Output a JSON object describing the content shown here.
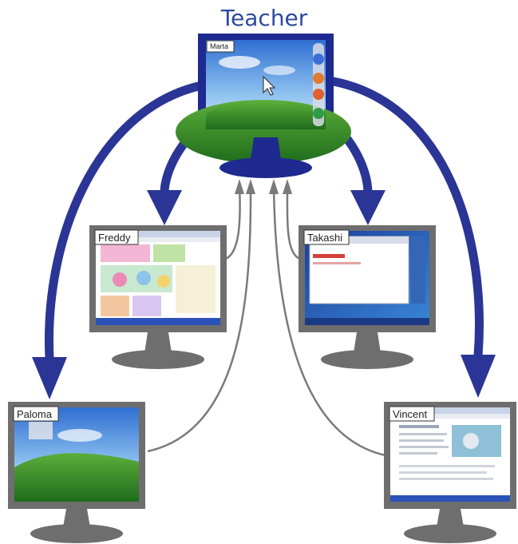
{
  "title": "Teacher",
  "teacher": {
    "label": "Marta"
  },
  "students": [
    {
      "label": "Freddy"
    },
    {
      "label": "Takashi"
    },
    {
      "label": "Paloma"
    },
    {
      "label": "Vincent"
    }
  ],
  "colors": {
    "title": "#2e4a9e",
    "teacher_frame": "#1e2a8f",
    "student_frame": "#6e6e6e",
    "outgoing_arrow": "#2b3596",
    "incoming_arrow": "#7a7a7a"
  }
}
